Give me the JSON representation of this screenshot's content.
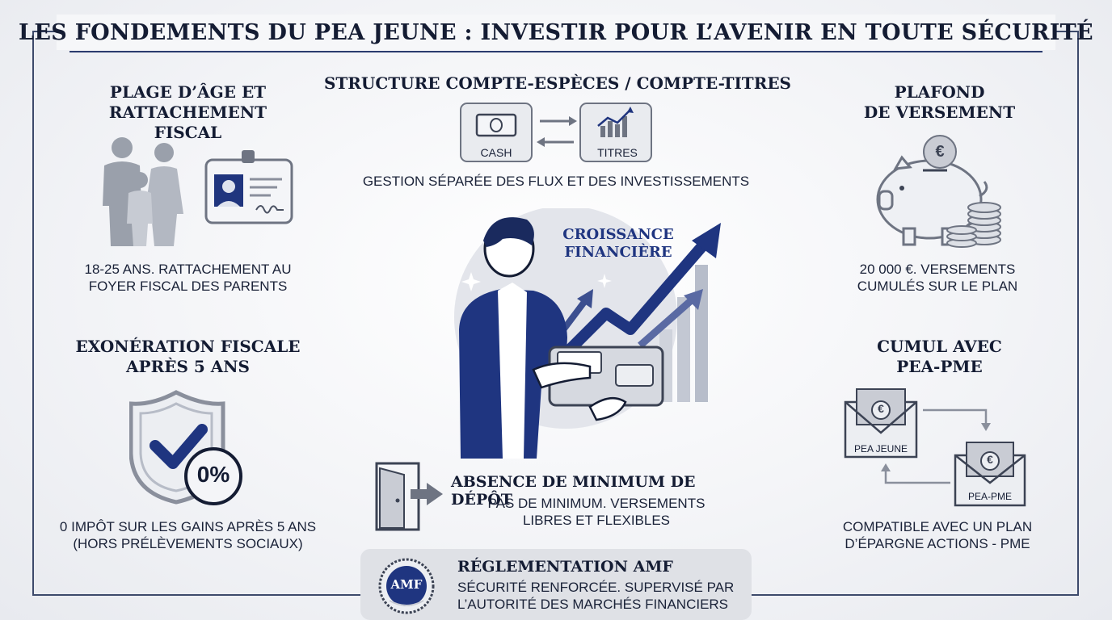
{
  "title": "LES FONDEMENTS DU PEA JEUNE : INVESTIR POUR L’AVENIR EN TOUTE SÉCURITÉ",
  "age": {
    "heading_line1": "PLAGE D’ÂGE ET",
    "heading_line2": "RATTACHEMENT FISCAL",
    "desc_line1": "18-25 ANS. RATTACHEMENT AU",
    "desc_line2": "FOYER FISCAL DES PARENTS"
  },
  "structure": {
    "heading": "STRUCTURE COMPTE-ESPÈCES / COMPTE-TITRES",
    "cash_label": "CASH",
    "titres_label": "TITRES",
    "desc": "GESTION SÉPARÉE DES FLUX ET DES INVESTISSEMENTS"
  },
  "plafond": {
    "heading_line1": "PLAFOND",
    "heading_line2": "DE VERSEMENT",
    "coin_symbol": "€",
    "desc_line1": "20 000 €. VERSEMENTS",
    "desc_line2": "CUMULÉS SUR LE PLAN"
  },
  "growth": {
    "label_line1": "CROISSANCE",
    "label_line2": "FINANCIÈRE"
  },
  "exoneration": {
    "heading_line1": "EXONÉRATION FISCALE",
    "heading_line2": "APRÈS 5 ANS",
    "badge": "0%",
    "desc_line1": "0 IMPÔT SUR LES GAINS APRÈS 5 ANS",
    "desc_line2": "(HORS PRÉLÈVEMENTS SOCIAUX)"
  },
  "cumul": {
    "heading_line1": "CUMUL AVEC",
    "heading_line2": "PEA-PME",
    "env1_label": "PEA JEUNE",
    "env2_label": "PEA-PME",
    "coin_symbol": "€",
    "desc_line1": "COMPATIBLE AVEC UN PLAN",
    "desc_line2": "D’ÉPARGNE ACTIONS - PME"
  },
  "depot": {
    "heading": "ABSENCE DE MINIMUM DE DÉPÔT",
    "desc_line1": "PAS DE MINIMUM. VERSEMENTS",
    "desc_line2": "LIBRES ET FLEXIBLES"
  },
  "amf": {
    "seal_text": "AMF",
    "heading": "RÉGLEMENTATION AMF",
    "desc_line1": "SÉCURITÉ RENFORCÉE. SUPERVISÉ PAR",
    "desc_line2": "L’AUTORITÉ DES MARCHÉS FINANCIERS"
  },
  "colors": {
    "navy": "#1f3580",
    "dark": "#141c33",
    "gray": "#8a8f9c"
  }
}
